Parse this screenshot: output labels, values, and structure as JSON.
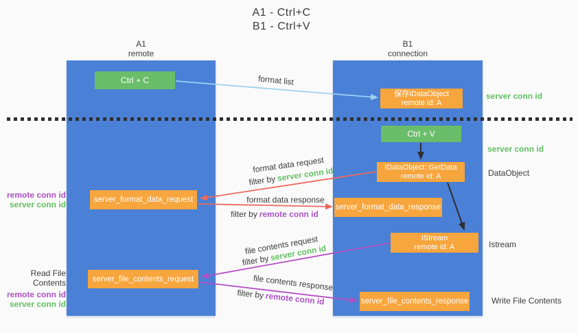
{
  "title": {
    "line1": "A1 - Ctrl+C",
    "line2": "B1 - Ctrl+V"
  },
  "lanes": {
    "a1": {
      "name": "A1",
      "role": "remote"
    },
    "b1": {
      "name": "B1",
      "role": "connection"
    }
  },
  "nodes": {
    "ctrl_c": {
      "label": "Ctrl + C"
    },
    "save_dataobject": {
      "line1": "保存IDataObject",
      "line2": "remote id: A"
    },
    "ctrl_v": {
      "label": "Ctrl + V"
    },
    "getdata": {
      "line1": "IDataObject::GetData",
      "line2": "remote id: A"
    },
    "format_request": {
      "label": "server_format_data_request"
    },
    "format_response": {
      "label": "server_format_data_response"
    },
    "istream": {
      "line1": "IStream",
      "line2": "remote id: A"
    },
    "file_request": {
      "label": "server_file_contents_request"
    },
    "file_response": {
      "label": "server_file_contents_response"
    }
  },
  "edges": {
    "format_list": {
      "label": "format list"
    },
    "format_data_request": {
      "label": "format data request",
      "filter_prefix": "filter by",
      "filter_key": "server conn id"
    },
    "format_data_response": {
      "label": "format data response",
      "filter_prefix": "filter by",
      "filter_key": "remote conn id"
    },
    "file_contents_request": {
      "label": "file contents request",
      "filter_prefix": "filter by",
      "filter_key": "server conn id"
    },
    "file_contents_response": {
      "label": "file contents response",
      "filter_prefix": "filter by",
      "filter_key": "remote conn id"
    }
  },
  "right_annotations": {
    "server_conn_id_top": "server conn id",
    "server_conn_id_mid": "server conn id",
    "dataobject": "DataObject",
    "istream": "Istream",
    "write_file_contents": "Write File Contents"
  },
  "left_annotations": {
    "remote_conn_id_1": "remote conn id",
    "server_conn_id_1": "server conn id",
    "read_file_contents": "Read File Contents",
    "remote_conn_id_2": "remote conn id",
    "server_conn_id_2": "server conn id"
  },
  "colors": {
    "background": "#fafafa",
    "lane_blue": "#4a80d6",
    "box_green": "#6abd69",
    "box_orange": "#f7a53d",
    "arrow_light_blue": "#9ed1f0",
    "arrow_black": "#2f2f2f",
    "arrow_red": "#eb6a5e",
    "arrow_magenta": "#b44fc5",
    "text_green": "#62c162",
    "text_purple": "#ab52c5",
    "text_dark": "#3b3b3b"
  }
}
